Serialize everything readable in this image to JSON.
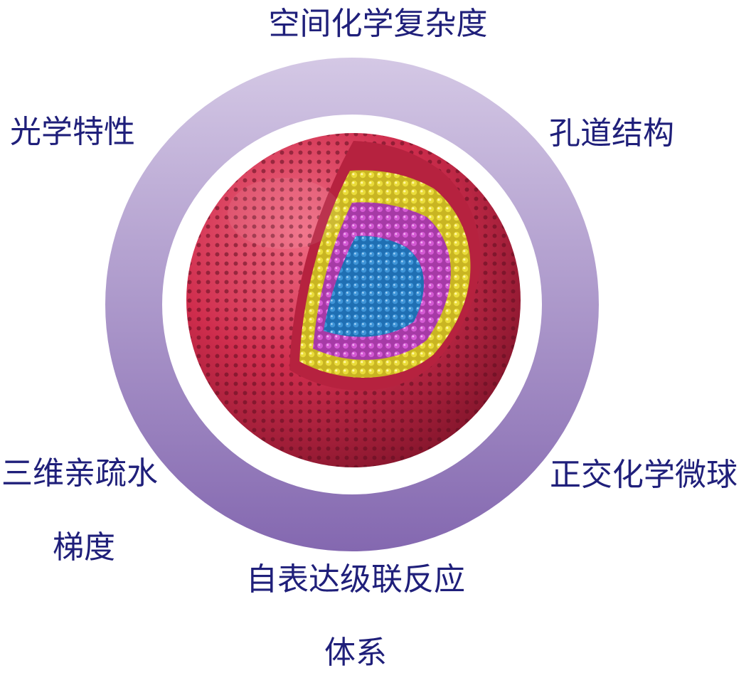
{
  "labels": {
    "top": "空间化学复杂度",
    "top_left": "光学特性",
    "top_right": "孔道结构",
    "left_line1": "三维亲疏水",
    "left_line2": "梯度",
    "right": "正交化学微球",
    "bottom_line1": "自表达级联反应",
    "bottom_line2": "体系"
  },
  "colors": {
    "ring_top": "#cfc2e2",
    "ring_bottom": "#8a70b4",
    "sphere_red": "#d0304f",
    "layer_yellow": "#c9b522",
    "layer_magenta": "#a63aa6",
    "core_blue": "#1f6fb3",
    "text": "#1f1f7a"
  }
}
